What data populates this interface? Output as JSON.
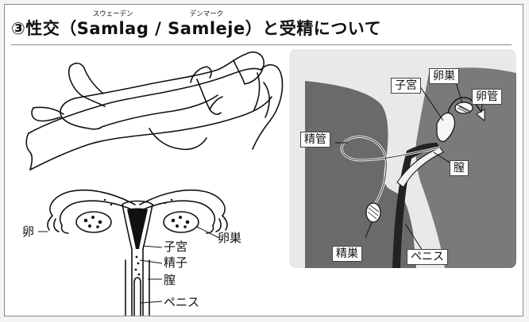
{
  "title": {
    "number": "③",
    "main": "性交（",
    "word1": "Samlag",
    "word1_ruby": "スウェーデン",
    "separator": " / ",
    "word2": "Samleje",
    "word2_ruby": "デンマーク",
    "rest": "）と受精について"
  },
  "female_diagram": {
    "egg_label": "卵",
    "ovary_label": "卵巣",
    "uterus_label": "子宮",
    "sperm_label": "精子",
    "vagina_label": "膣",
    "penis_label": "ペニス"
  },
  "side_diagram": {
    "uterus_label": "子宮",
    "ovary_label": "卵巣",
    "fallopian_label": "卵管",
    "vas_deferens_label": "精管",
    "vagina_label": "膣",
    "testis_label": "精巣",
    "penis_label": "ペニス"
  }
}
